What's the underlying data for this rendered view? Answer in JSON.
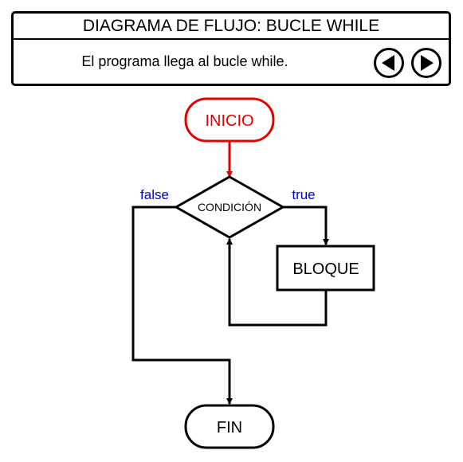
{
  "header": {
    "title": "DIAGRAMA DE FLUJO: BUCLE WHILE",
    "message": "El programa llega al bucle while.",
    "prev_icon": "triangle-left-circle-icon",
    "next_icon": "triangle-right-circle-icon"
  },
  "flowchart": {
    "start_label": "INICIO",
    "condition_label": "CONDICIÓN",
    "block_label": "BLOQUE",
    "end_label": "FIN",
    "true_label": "true",
    "false_label": "false",
    "highlight_color": "#e00000",
    "branch_label_color": "#0000cc",
    "active_node": "INICIO"
  }
}
